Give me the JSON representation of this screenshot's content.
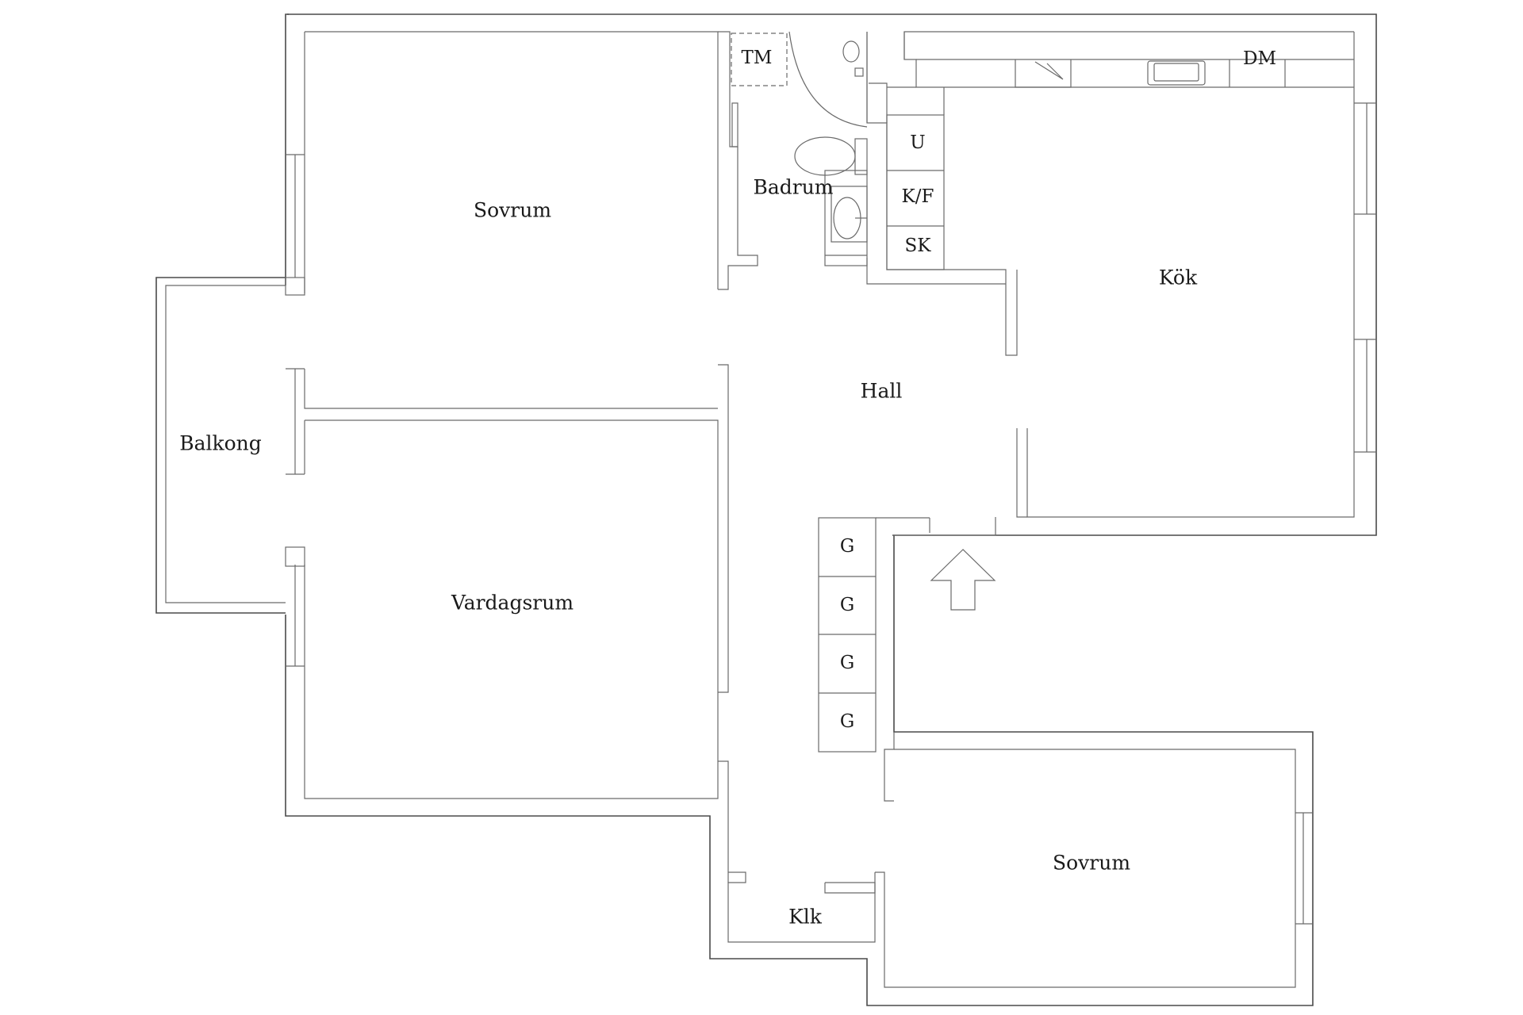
{
  "rooms": {
    "bedroom_top": "Sovrum",
    "bathroom": "Badrum",
    "kitchen": "Kök",
    "hall": "Hall",
    "balcony": "Balkong",
    "living_room": "Vardagsrum",
    "bedroom_bottom": "Sovrum",
    "closet": "Klk"
  },
  "fixtures": {
    "tm": "TM",
    "dm": "DM",
    "u": "U",
    "kf": "K/F",
    "sk": "SK",
    "wardrobes": [
      "G",
      "G",
      "G",
      "G"
    ]
  },
  "entrance_arrow_icon": "up-arrow-icon"
}
